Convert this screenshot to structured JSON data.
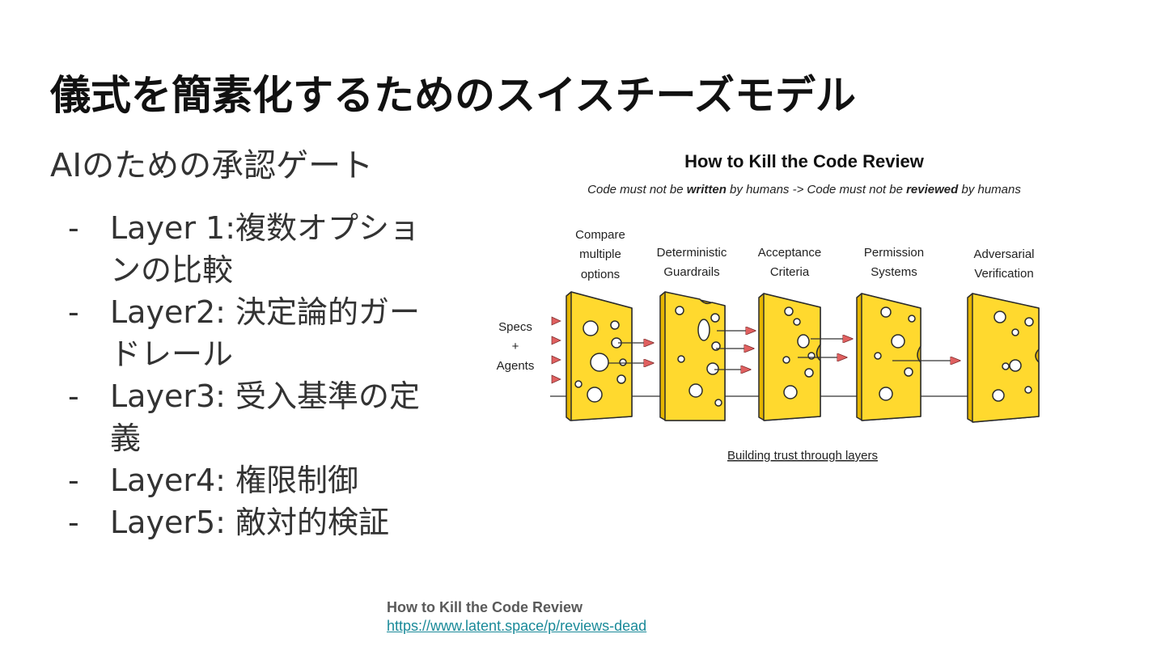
{
  "slide": {
    "title": "儀式を簡素化するためのスイスチーズモデル",
    "subtitle": "AIのための承認ゲート",
    "layers": [
      {
        "bullet": "-",
        "text": "Layer 1:複数オプションの比較"
      },
      {
        "bullet": "-",
        "text": "Layer2: 決定論的ガードレール"
      },
      {
        "bullet": "-",
        "text": "Layer3: 受入基準の定義"
      },
      {
        "bullet": "-",
        "text": "Layer4: 権限制御"
      },
      {
        "bullet": "-",
        "text": "Layer5: 敵対的検証"
      }
    ]
  },
  "diagram": {
    "title": "How to Kill the Code Review",
    "subtitle_parts": {
      "a": "Code must not be ",
      "b": "written",
      "c": " by humans -> Code must not be ",
      "d": "reviewed",
      "e": " by humans"
    },
    "input_label": {
      "line1": "Specs",
      "line2": "+",
      "line3": "Agents"
    },
    "slices": [
      {
        "line1": "Compare",
        "line2": "multiple",
        "line3": "options"
      },
      {
        "line1": "Deterministic",
        "line2": "Guardrails"
      },
      {
        "line1": "Acceptance",
        "line2": "Criteria"
      },
      {
        "line1": "Permission",
        "line2": "Systems"
      },
      {
        "line1": "Adversarial",
        "line2": "Verification"
      }
    ],
    "caption": "Building trust through layers",
    "colors": {
      "cheese": "#ffd92e",
      "cheese_edge": "#d9a400",
      "arrow": "#e06060",
      "outline": "#2b2b2b"
    }
  },
  "source": {
    "title": "How to Kill the Code Review",
    "link": "https://www.latent.space/p/reviews-dead"
  }
}
